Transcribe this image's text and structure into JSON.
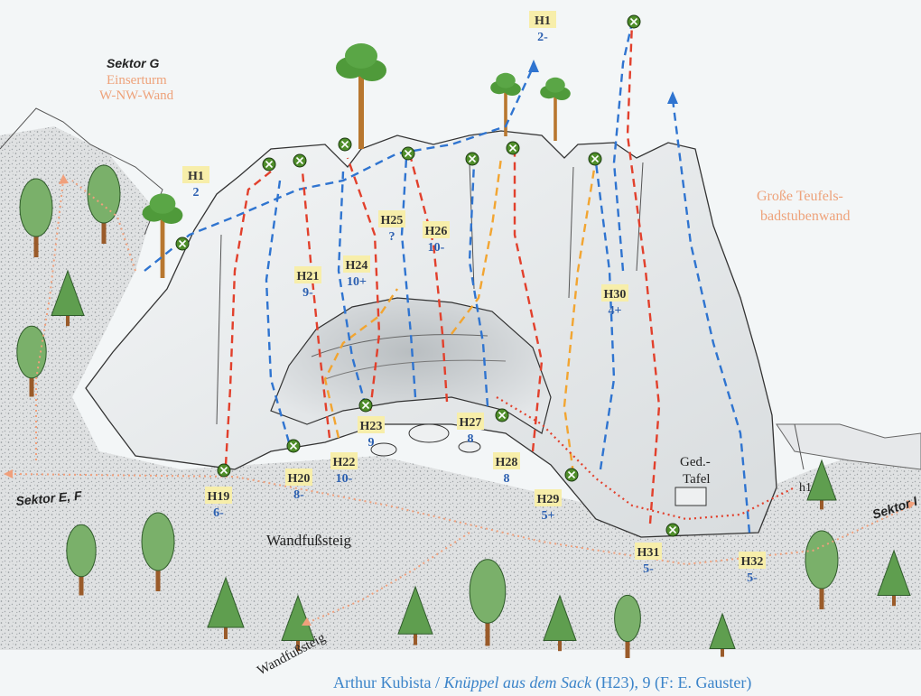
{
  "colors": {
    "rock": "#eceff0",
    "rock_shadow": "#c9ced1",
    "scree": "#d7d9da",
    "route_blue": "#2f74d0",
    "route_red": "#e2402c",
    "route_orange": "#f2a531",
    "path_salmon": "#f0a07c",
    "label_bg": "#f7eeaa",
    "anchor_green": "#4f8e2a",
    "tree_green": "#5f9e4f"
  },
  "sectors": {
    "g": "Sektor G",
    "ef": "Sektor E, F",
    "i": "Sektor I"
  },
  "area_names": {
    "einserturm_line1": "Einserturm",
    "einserturm_line2": "W-NW-Wand",
    "teufels_line1": "Große Teufels-",
    "teufels_line2": "badstubenwand"
  },
  "paths": {
    "wandfuss_main": "Wandfußsteig",
    "wandfuss_branch": "Wandfußsteig",
    "h1_lower": "h1"
  },
  "tafel": {
    "line1": "Ged.-",
    "line2": "Tafel"
  },
  "routes": [
    {
      "id": "H1",
      "grade": "2"
    },
    {
      "id": "H1",
      "grade": "2-"
    },
    {
      "id": "H19",
      "grade": "6-"
    },
    {
      "id": "H20",
      "grade": "8-"
    },
    {
      "id": "H21",
      "grade": "9-"
    },
    {
      "id": "H22",
      "grade": "10-"
    },
    {
      "id": "H23",
      "grade": "9"
    },
    {
      "id": "H24",
      "grade": "10+"
    },
    {
      "id": "H25",
      "grade": "?"
    },
    {
      "id": "H26",
      "grade": "10-"
    },
    {
      "id": "H27",
      "grade": "8"
    },
    {
      "id": "H28",
      "grade": "8"
    },
    {
      "id": "H29",
      "grade": "5+"
    },
    {
      "id": "H30",
      "grade": "4+"
    },
    {
      "id": "H31",
      "grade": "5-"
    },
    {
      "id": "H32",
      "grade": "5-"
    }
  ],
  "caption": {
    "author": "Arthur Kubista / ",
    "title": "Knüppel aus dem Sack",
    "rest": " (H23), 9 (F: E. Gauster)"
  }
}
